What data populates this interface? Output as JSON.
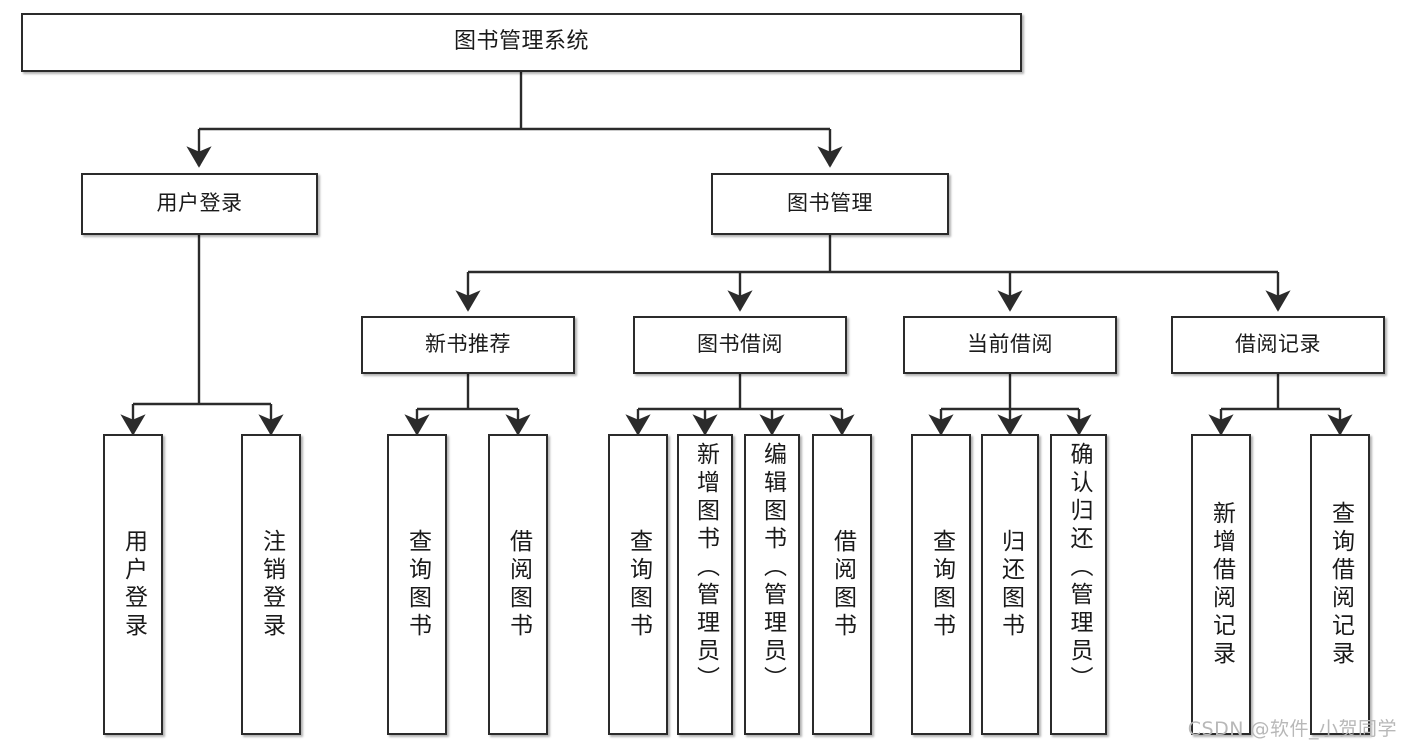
{
  "diagram": {
    "type": "tree",
    "title": "图书管理系统",
    "orientation": "top-down",
    "root": {
      "id": "root",
      "label": "图书管理系统"
    },
    "level2": [
      {
        "id": "user-login",
        "label": "用户登录"
      },
      {
        "id": "book-manage",
        "label": "图书管理"
      }
    ],
    "level3": [
      {
        "id": "new-book-rec",
        "label": "新书推荐",
        "parent": "book-manage"
      },
      {
        "id": "book-borrow",
        "label": "图书借阅",
        "parent": "book-manage"
      },
      {
        "id": "current-borrow",
        "label": "当前借阅",
        "parent": "book-manage"
      },
      {
        "id": "borrow-record",
        "label": "借阅记录",
        "parent": "book-manage"
      }
    ],
    "leaves": [
      {
        "id": "leaf-user-login",
        "label": "用户登录",
        "parent": "user-login"
      },
      {
        "id": "leaf-logout-login",
        "label": "注销登录",
        "parent": "user-login"
      },
      {
        "id": "leaf-query-book-1",
        "label": "查询图书",
        "parent": "new-book-rec"
      },
      {
        "id": "leaf-borrow-book-1",
        "label": "借阅图书",
        "parent": "new-book-rec"
      },
      {
        "id": "leaf-query-book-2",
        "label": "查询图书",
        "parent": "book-borrow"
      },
      {
        "id": "leaf-add-book",
        "label": "新增图书（管理员）",
        "parent": "book-borrow"
      },
      {
        "id": "leaf-edit-book",
        "label": "编辑图书（管理员）",
        "parent": "book-borrow"
      },
      {
        "id": "leaf-borrow-book-2",
        "label": "借阅图书",
        "parent": "book-borrow"
      },
      {
        "id": "leaf-query-book-3",
        "label": "查询图书",
        "parent": "current-borrow"
      },
      {
        "id": "leaf-return-book",
        "label": "归还图书",
        "parent": "current-borrow"
      },
      {
        "id": "leaf-confirm-return",
        "label": "确认归还（管理员）",
        "parent": "current-borrow"
      },
      {
        "id": "leaf-add-record",
        "label": "新增借阅记录",
        "parent": "borrow-record"
      },
      {
        "id": "leaf-query-record",
        "label": "查询借阅记录",
        "parent": "borrow-record"
      }
    ],
    "colors": {
      "background": "#ffffff",
      "node_border": "#2b2b2b",
      "node_fill": "#ffffff",
      "edge": "#2b2b2b",
      "text": "#1a1a1a",
      "watermark": "#b8b8b8"
    }
  },
  "watermark": {
    "text": "CSDN @软件_小贺同学"
  }
}
